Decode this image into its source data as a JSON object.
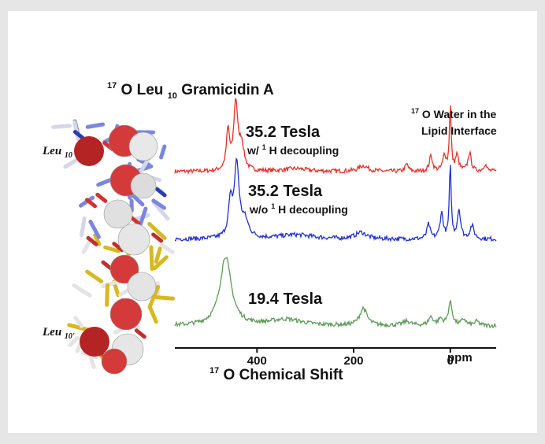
{
  "figure": {
    "title": {
      "pre": "17",
      "main": "O Leu",
      "sub": "10",
      "post": " Gramicidin A"
    },
    "molecule_labels": [
      {
        "main": "Leu",
        "sub": "10"
      },
      {
        "main": "Leu",
        "sub": "10'"
      }
    ],
    "annotation": {
      "sup": "17",
      "line1": "O Water in the",
      "line2": "Lipid Interface"
    }
  },
  "chart_data": {
    "type": "line",
    "xlabel": {
      "sup": "17",
      "text": "O Chemical Shift"
    },
    "x_unit": "ppm",
    "x_direction": "reversed",
    "xlim": [
      570,
      -95
    ],
    "xticks": [
      400,
      200,
      0
    ],
    "grid": false,
    "series": [
      {
        "name": "35.2 Tesla",
        "sub_pre": "w/ ",
        "sub_sup": "1",
        "sub_post": "H decoupling",
        "color": "#e8302a",
        "peaks": [
          {
            "center": 460,
            "height": 0.55,
            "width": 4
          },
          {
            "center": 444,
            "height": 0.95,
            "width": 5
          },
          {
            "center": 432,
            "height": 0.35,
            "width": 6
          },
          {
            "center": 320,
            "height": 0.04,
            "width": 30
          },
          {
            "center": 180,
            "height": 0.08,
            "width": 12
          },
          {
            "center": 90,
            "height": 0.1,
            "width": 4
          },
          {
            "center": 40,
            "height": 0.22,
            "width": 4
          },
          {
            "center": 12,
            "height": 0.22,
            "width": 4
          },
          {
            "center": 0,
            "height": 0.92,
            "width": 2.2
          },
          {
            "center": -14,
            "height": 0.22,
            "width": 4
          },
          {
            "center": -40,
            "height": 0.26,
            "width": 4
          },
          {
            "center": -72,
            "height": 0.1,
            "width": 4
          }
        ]
      },
      {
        "name": "35.2 Tesla",
        "sub_pre": "w/o ",
        "sub_sup": "1",
        "sub_post": "H decoupling",
        "color": "#2030d0",
        "peaks": [
          {
            "center": 455,
            "height": 0.45,
            "width": 5
          },
          {
            "center": 442,
            "height": 1.0,
            "width": 6
          },
          {
            "center": 425,
            "height": 0.22,
            "width": 9
          },
          {
            "center": 320,
            "height": 0.06,
            "width": 45
          },
          {
            "center": 185,
            "height": 0.09,
            "width": 14
          },
          {
            "center": 45,
            "height": 0.2,
            "width": 4
          },
          {
            "center": 18,
            "height": 0.35,
            "width": 4
          },
          {
            "center": 0,
            "height": 1.0,
            "width": 2.3
          },
          {
            "center": -18,
            "height": 0.4,
            "width": 4
          },
          {
            "center": -45,
            "height": 0.18,
            "width": 5
          }
        ]
      },
      {
        "name": "19.4 Tesla",
        "color": "#5d9a58",
        "peaks": [
          {
            "center": 465,
            "height": 1.0,
            "width": 14
          },
          {
            "center": 340,
            "height": 0.09,
            "width": 40
          },
          {
            "center": 180,
            "height": 0.25,
            "width": 9
          },
          {
            "center": 90,
            "height": 0.06,
            "width": 10
          },
          {
            "center": 40,
            "height": 0.12,
            "width": 6
          },
          {
            "center": 20,
            "height": 0.09,
            "width": 5
          },
          {
            "center": 0,
            "height": 0.33,
            "width": 5
          },
          {
            "center": -28,
            "height": 0.09,
            "width": 5
          },
          {
            "center": -55,
            "height": 0.06,
            "width": 6
          }
        ]
      }
    ]
  }
}
